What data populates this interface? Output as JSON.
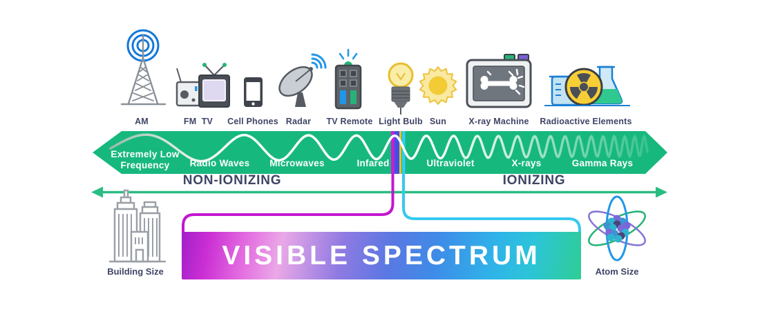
{
  "devices": [
    {
      "label": "AM"
    },
    {
      "label": "FM  TV"
    },
    {
      "label": "Cell Phones"
    },
    {
      "label": "Radar"
    },
    {
      "label": "TV Remote"
    },
    {
      "label": "Light Bulb"
    },
    {
      "label": "Sun"
    },
    {
      "label": "X-ray Machine"
    },
    {
      "label": "Radioactive Elements"
    }
  ],
  "spectrum_band": {
    "segments": [
      {
        "label": "Extremely Low Frequency"
      },
      {
        "label": "Radio Waves"
      },
      {
        "label": "Microwaves"
      },
      {
        "label": "Infared"
      },
      {
        "label": "Ultraviolet"
      },
      {
        "label": "X-rays"
      },
      {
        "label": "Gamma Rays"
      }
    ],
    "band_color": "#17b87e",
    "wave_color": "#ffffff",
    "visible_light_stripe_colors": [
      "#c81fd3",
      "#4050e6",
      "#f2c11e",
      "#35cdf2"
    ]
  },
  "axis": {
    "non_ionizing_label": "NON-IONIZING",
    "ionizing_label": "IONIZING",
    "line_color": "#2abd83",
    "text_color": "#3e4566"
  },
  "visible_spectrum": {
    "title": "VISIBLE SPECTRUM",
    "gradient_colors": [
      "#a21fc9",
      "#e36be0",
      "#5a78e2",
      "#2fb4e8",
      "#2fcd96"
    ],
    "left_bracket_color": "#c316cf",
    "right_bracket_color": "#36c9f0"
  },
  "size_scale": {
    "left_label": "Building Size",
    "right_label": "Atom Size"
  }
}
